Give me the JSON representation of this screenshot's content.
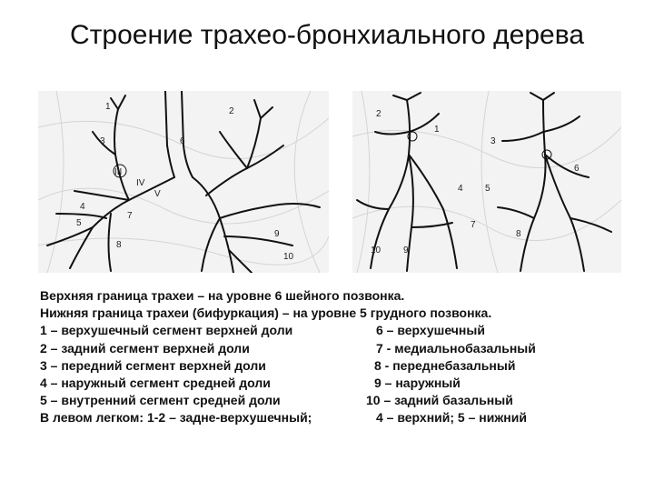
{
  "title": "Строение трахео-бронхиального дерева",
  "figure_left": {
    "labels": [
      "1",
      "2",
      "3",
      "4",
      "5",
      "6",
      "7",
      "8",
      "9",
      "10",
      "III",
      "IV",
      "V"
    ]
  },
  "figure_right": {
    "labels": [
      "1",
      "2",
      "3",
      "4",
      "5",
      "6",
      "7",
      "8",
      "9",
      "10"
    ]
  },
  "caption": {
    "upper": "Верхняя граница трахеи – на уровне 6 шейного позвонка.",
    "lower": "Нижняя граница трахеи (бифуркация) – на уровне 5 грудного позвонка.",
    "rows": [
      {
        "left": "1 – верхушечный сегмент верхней доли",
        "right": "6 – верхушечный"
      },
      {
        "left": "2 – задний сегмент верхней доли",
        "right": "7 - медиальнобазальный"
      },
      {
        "left": "3 – передний сегмент верхней доли",
        "right": "8 - переднебазальный"
      },
      {
        "left": "4 – наружный сегмент средней доли",
        "right": "9 – наружный"
      },
      {
        "left": "5 – внутренний сегмент средней доли",
        "right": "10 – задний базальный"
      },
      {
        "left": "В левом легком: 1-2 – задне-верхушечный;",
        "right": "4 – верхний; 5 – нижний"
      }
    ]
  }
}
